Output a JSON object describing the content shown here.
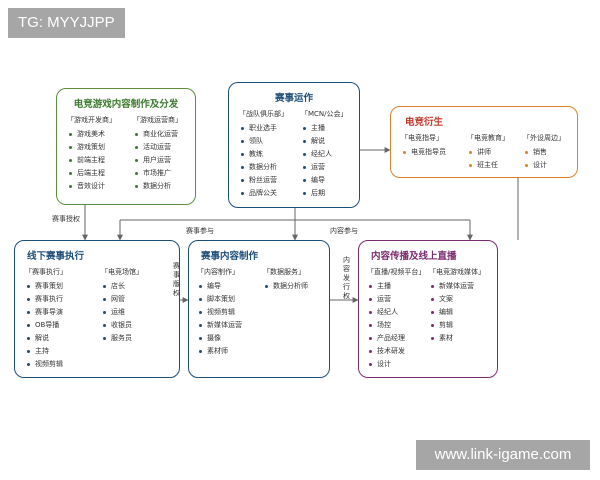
{
  "watermarks": {
    "top_left": "TG: MYYJJPP",
    "bottom_right": "www.link-igame.com"
  },
  "colors": {
    "green": "#5b8f3a",
    "blue": "#1f4e79",
    "orange": "#d9822b",
    "purple": "#7a2a6e",
    "title_blue": "#1f4e79"
  },
  "boxes": {
    "content_production": {
      "title": "电竞游戏内容制作及分发",
      "col1": {
        "head": "「游戏开发商」",
        "items": [
          "游戏美术",
          "游戏策划",
          "前端主程",
          "后端主程",
          "音效设计"
        ]
      },
      "col2": {
        "head": "「游戏运营商」",
        "items": [
          "商业化运营",
          "活动运营",
          "用户运营",
          "市场推广",
          "数据分析"
        ]
      }
    },
    "event_ops": {
      "title": "赛事运作",
      "col1": {
        "head": "「战队俱乐部」",
        "items": [
          "职业选手",
          "领队",
          "教练",
          "数据分析",
          "粉丝运营",
          "品牌公关"
        ]
      },
      "col2": {
        "head": "「MCN/公会」",
        "items": [
          "主播",
          "解说",
          "经纪人",
          "运营",
          "编导",
          "后期"
        ]
      }
    },
    "derivatives": {
      "title": "电竞衍生",
      "col1": {
        "head": "「电竞指导」",
        "items": [
          "电竞指导员"
        ]
      },
      "col2": {
        "head": "「电竞教育」",
        "items": [
          "讲师",
          "班主任"
        ]
      },
      "col3": {
        "head": "「外设周边」",
        "items": [
          "销售",
          "设计"
        ]
      }
    },
    "offline_events": {
      "title": "线下赛事执行",
      "col1": {
        "head": "「赛事执行」",
        "items": [
          "赛事策划",
          "赛事执行",
          "赛事导演",
          "OB导播",
          "解说",
          "主持",
          "视频剪辑"
        ]
      },
      "col2": {
        "head": "「电竞场馆」",
        "items": [
          "店长",
          "网管",
          "运维",
          "收银员",
          "服务员"
        ]
      }
    },
    "event_content": {
      "title": "赛事内容制作",
      "col1": {
        "head": "「内容制作」",
        "items": [
          "编导",
          "脚本策划",
          "视频剪辑",
          "新媒体运营",
          "摄像",
          "素材师"
        ]
      },
      "col2": {
        "head": "「数据服务」",
        "items": [
          "数据分析师"
        ]
      }
    },
    "live_broadcast": {
      "title": "内容传播及线上直播",
      "col1": {
        "head": "「直播/视频平台」",
        "items": [
          "主播",
          "运营",
          "经纪人",
          "场控",
          "产品经理",
          "技术研发",
          "设计"
        ]
      },
      "col2": {
        "head": "「电竞游戏媒体」",
        "items": [
          "新媒体运营",
          "文案",
          "编辑",
          "剪辑",
          "素材"
        ]
      }
    }
  },
  "edge_labels": {
    "authorization": "赛事授权",
    "participation_left": "赛事参与",
    "participation_right": "内容参与",
    "copyright": "赛事版权",
    "distribution": "内容发行权"
  }
}
